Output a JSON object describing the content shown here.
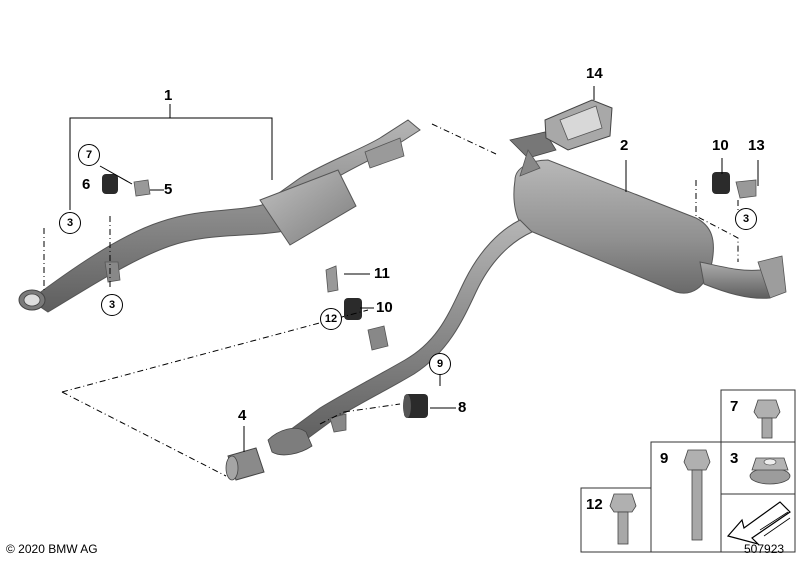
{
  "callouts": {
    "c1": "1",
    "c2": "2",
    "c3a": "3",
    "c3b": "3",
    "c3c": "3",
    "c4": "4",
    "c5": "5",
    "c6": "6",
    "c7": "7",
    "c8": "8",
    "c9": "9",
    "c10a": "10",
    "c10b": "10",
    "c11": "11",
    "c12": "12",
    "c13": "13",
    "c14": "14"
  },
  "legend": {
    "l7": "7",
    "l9": "9",
    "l3": "3",
    "l12": "12"
  },
  "footer": {
    "copyright": "© 2020 BMW AG",
    "diagram_number": "507923"
  },
  "colors": {
    "pipe": "#8c8c8c",
    "pipe_dark": "#6e6e6e",
    "muffler": "#9a9a9a",
    "rubber": "#2b2b2b",
    "line": "#000000",
    "legend_border": "#333333"
  }
}
